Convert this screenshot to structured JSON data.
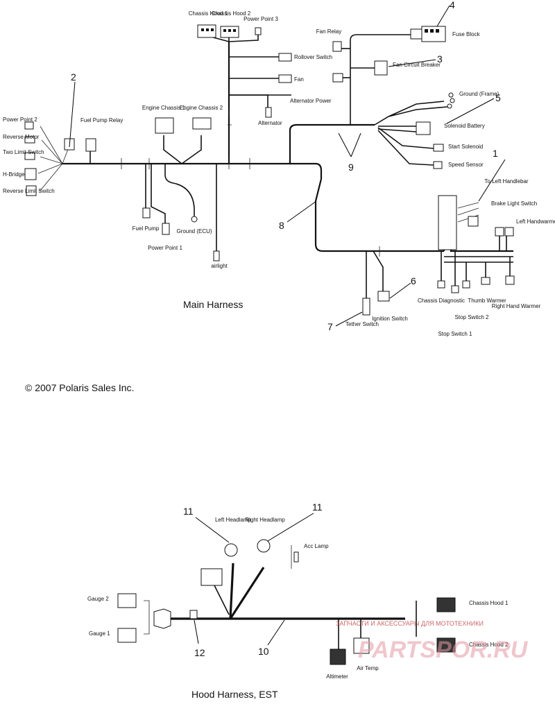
{
  "copyright": "© 2007 Polaris Sales Inc.",
  "main_harness": {
    "title": "Main Harness",
    "labels": {
      "chassis_hood_1": "Chassis Hood 1",
      "chassis_hood_2": "Chassis Hood 2",
      "power_point_3": "Power Point 3",
      "fan_relay": "Fan Relay",
      "fuse_block": "Fuse Block",
      "rollover_switch": "Rollover Switch",
      "fan": "Fan",
      "alternator_power": "Alternator Power",
      "alternator": "Alternator",
      "fan_circuit_breaker": "Fan Circuit Breaker",
      "ground_frame": "Ground (Frame)",
      "solenoid_battery": "Solenoid Battery",
      "start_solenoid": "Start Solenoid",
      "speed_sensor": "Speed Sensor",
      "power_point_2": "Power Point 2",
      "reverse_motor": "Reverse Motor",
      "two_limit_switch": "Two Limit Switch",
      "h_bridge": "H-Bridge",
      "reverse_limit_switch": "Reverse Limit Switch",
      "fuel_pump_relay": "Fuel Pump Relay",
      "engine_chassis_1": "Engine Chassis 1",
      "engine_chassis_2": "Engine Chassis 2",
      "fuel_pump": "Fuel Pump",
      "ground_ecu": "Ground (ECU)",
      "power_point_1": "Power Point 1",
      "airlight": "airlight",
      "to_left_handlebar": "To Left Handlebar",
      "brake_light_switch": "Brake Light Switch",
      "left_handwarmer": "Left Handwarmer",
      "chassis_diagnostic": "Chassis Diagnostic",
      "stop_switch_1": "Stop Switch 1",
      "stop_switch_2": "Stop Switch 2",
      "thumb_warmer": "Thumb Warmer",
      "right_hand_warmer": "Right Hand Warmer",
      "tether_switch": "Tether Switch",
      "ignition_switch": "Ignition Switch"
    },
    "callouts": [
      "1",
      "2",
      "3",
      "4",
      "5",
      "6",
      "7",
      "8",
      "9"
    ]
  },
  "hood_harness": {
    "title": "Hood Harness, EST",
    "labels": {
      "left_headlamp": "Left Headlamp",
      "right_headlamp": "Right Headlamp",
      "acc_lamp": "Acc Lamp",
      "gauge_2": "Gauge 2",
      "gauge_1": "Gauge 1",
      "chassis_hood_1": "Chassis Hood 1",
      "chassis_hood_2": "Chassis Hood 2",
      "altimeter": "Altimeter",
      "air_temp": "Air Temp"
    },
    "callouts": [
      "11",
      "11",
      "12",
      "10"
    ]
  },
  "watermark": {
    "brand": "PARTSPOR.RU",
    "tagline": "ЗАПЧАСТИ И АКСЕССУАРЫ ДЛЯ МОТОТЕХНИКИ"
  }
}
